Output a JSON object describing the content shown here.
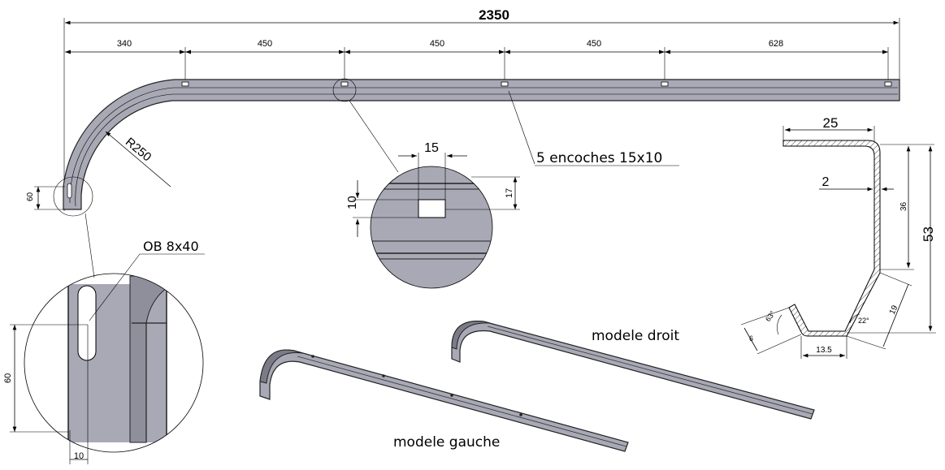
{
  "dimensions": {
    "overall_length": "2350",
    "segments": [
      "340",
      "450",
      "450",
      "450",
      "628"
    ],
    "radius": "R250",
    "end_height": "60",
    "notch_width": "15",
    "notch_height": "10",
    "rail_height": "17",
    "detail_height": "60",
    "detail_width": "10"
  },
  "annotations": {
    "notches": "5 encoches 15x10",
    "oblong_hole": "OB 8x40"
  },
  "profile": {
    "top_width": "25",
    "thickness": "2",
    "upper_height": "36",
    "total_height": "53",
    "bottom_width": "13.5",
    "lip_height": "6",
    "lip_angle": "63°",
    "corner_angle": "22°",
    "slant_length": "19"
  },
  "models": {
    "right": "modele droit",
    "left": "modele gauche"
  }
}
